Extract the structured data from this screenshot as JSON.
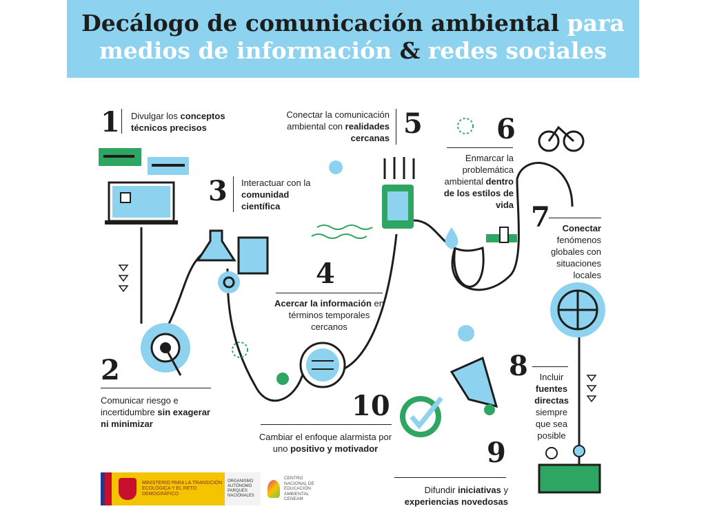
{
  "header": {
    "title_dark": "Decálogo de comunicación ambiental",
    "title_light_1": "para",
    "title_light_2": "medios de información",
    "ampersand": "&",
    "title_light_3": "redes sociales"
  },
  "items": [
    {
      "number": "1",
      "text_a": "Divulgar los",
      "text_b": "conceptos técnicos precisos"
    },
    {
      "number": "2",
      "text_a": "Comunicar riesgo e incertidumbre",
      "text_b": "sin exagerar ni minimizar"
    },
    {
      "number": "3",
      "text_a": "Interactuar con la",
      "text_b": "comunidad científica"
    },
    {
      "number": "4",
      "text_a": "Acercar la información",
      "text_b": "en términos temporales cercanos"
    },
    {
      "number": "5",
      "text_a": "Conectar la comunicación ambiental con",
      "text_b": "realidades cercanas"
    },
    {
      "number": "6",
      "text_a": "Enmarcar la problemática ambiental",
      "text_b": "dentro de los estilos de vida"
    },
    {
      "number": "7",
      "text_a": "Conectar",
      "text_b": "fenómenos globales con situaciones locales"
    },
    {
      "number": "8",
      "text_a": "Incluir",
      "text_b": "fuentes directas",
      "text_c": "siempre que sea posible"
    },
    {
      "number": "9",
      "text_a": "Difundir",
      "text_b": "iniciativas",
      "text_c": "y",
      "text_d": "experiencias novedosas"
    },
    {
      "number": "10",
      "text_a": "Cambiar el enfoque alarmista por uno",
      "text_b": "positivo y motivador"
    }
  ],
  "logos": {
    "ministerio": "MINISTERIO PARA LA TRANSICIÓN ECOLÓGICA Y EL RETO DEMOGRÁFICO",
    "oapn": "ORGANISMO AUTÓNOMO PARQUES NACIONALES",
    "ceneam": "CENTRO NACIONAL DE EDUCACIÓN AMBIENTAL CENEAM"
  },
  "colors": {
    "blue": "#8dd3ef",
    "green": "#2fa562",
    "dark": "#1d1d1b",
    "yellow": "#f5c400"
  }
}
